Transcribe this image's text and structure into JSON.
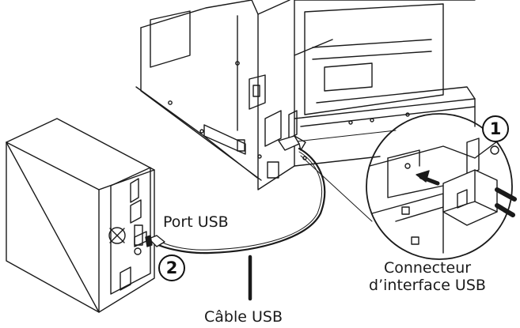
{
  "labels": {
    "port_usb": "Port USB",
    "connecteur_line1": "Connecteur",
    "connecteur_line2": "d’interface USB",
    "cable_usb": "Câble USB"
  },
  "steps": {
    "step1": "1",
    "step2": "2"
  },
  "colors": {
    "line": "#1a1a1a",
    "fill": "#ffffff",
    "accent_dark": "#111111"
  }
}
